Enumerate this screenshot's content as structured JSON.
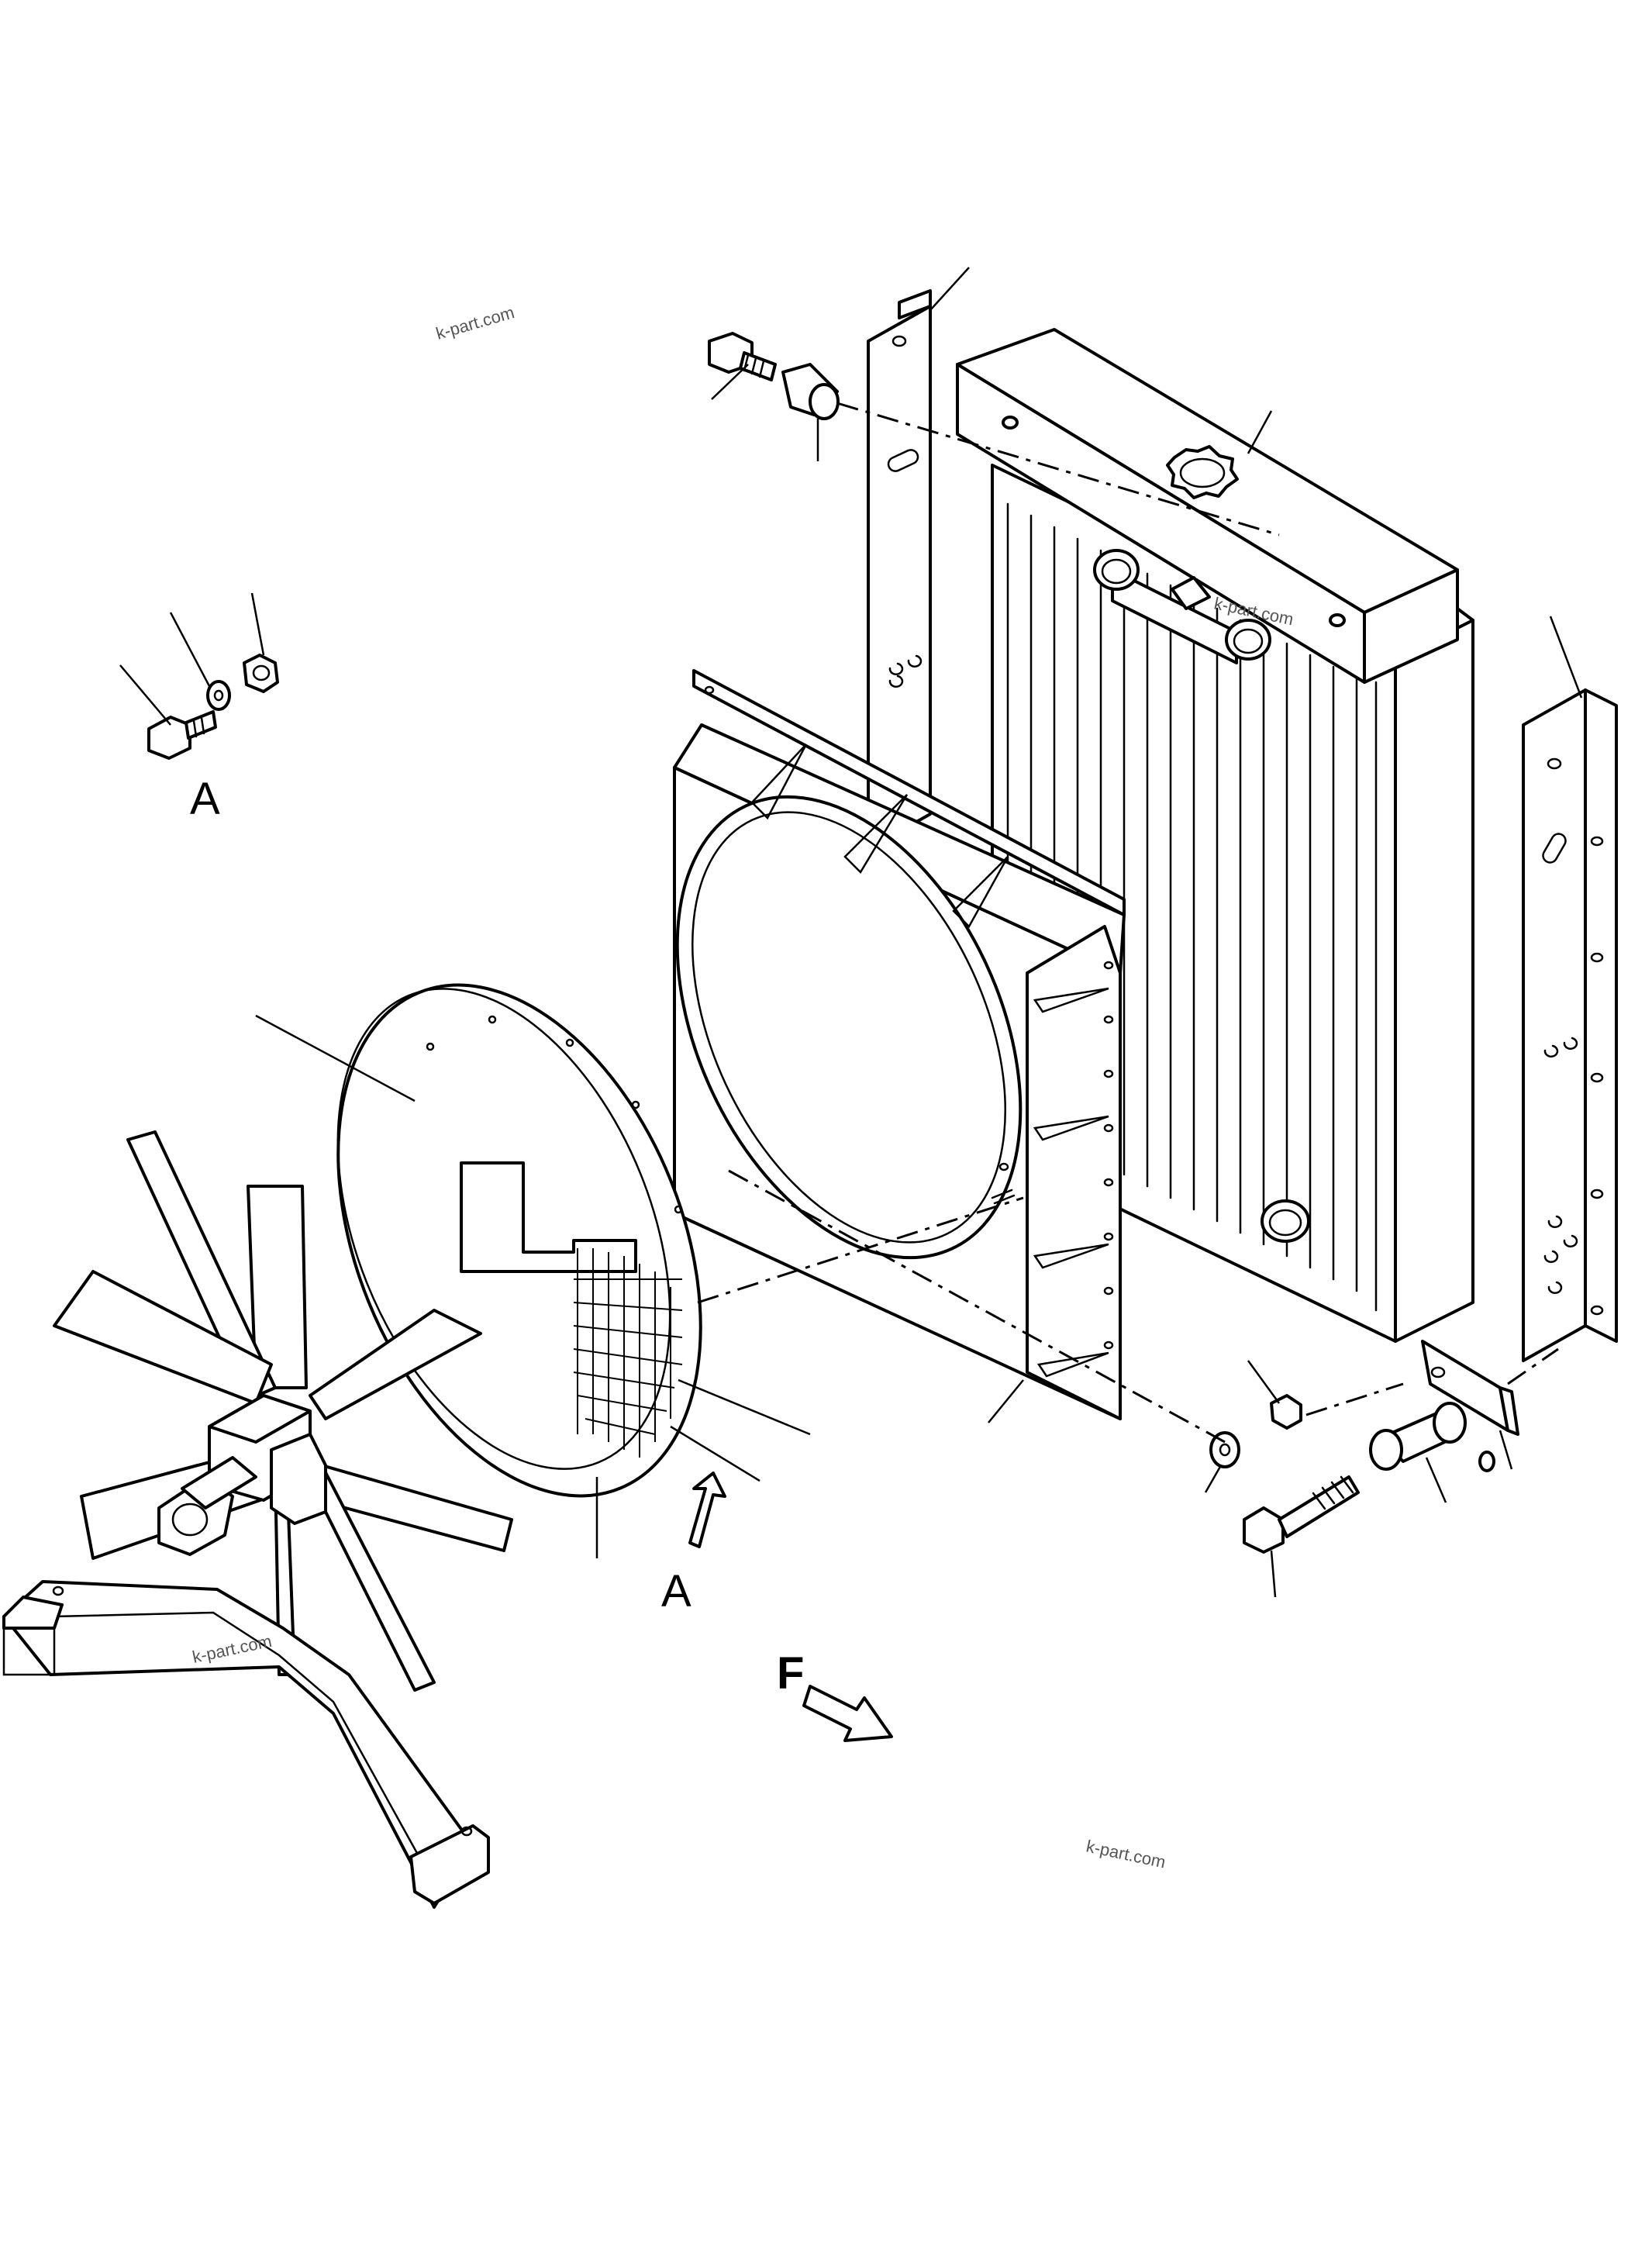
{
  "callouts": {
    "detail_a_label": "A",
    "view_a_label": "A",
    "front_arrow_label": "F"
  },
  "watermarks": [
    "k-part.com",
    "k-part.com",
    "k-part.com",
    "k-part.com"
  ],
  "colors": {
    "line": "#000000",
    "background": "#ffffff",
    "watermark": "#555555"
  }
}
